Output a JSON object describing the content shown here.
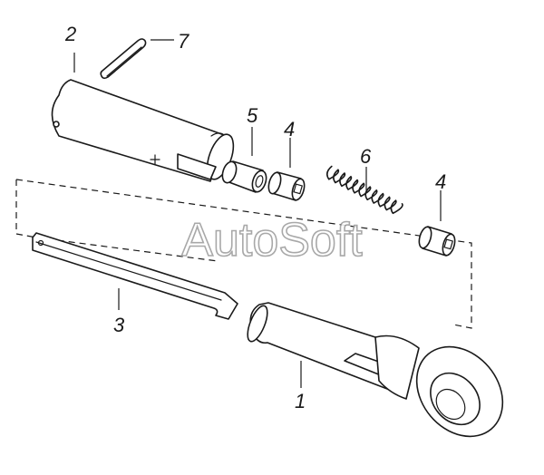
{
  "watermark": "AutoSoft",
  "callouts": {
    "c1": "1",
    "c2": "2",
    "c3": "3",
    "c4a": "4",
    "c4b": "4",
    "c5": "5",
    "c6": "6",
    "c7": "7"
  }
}
